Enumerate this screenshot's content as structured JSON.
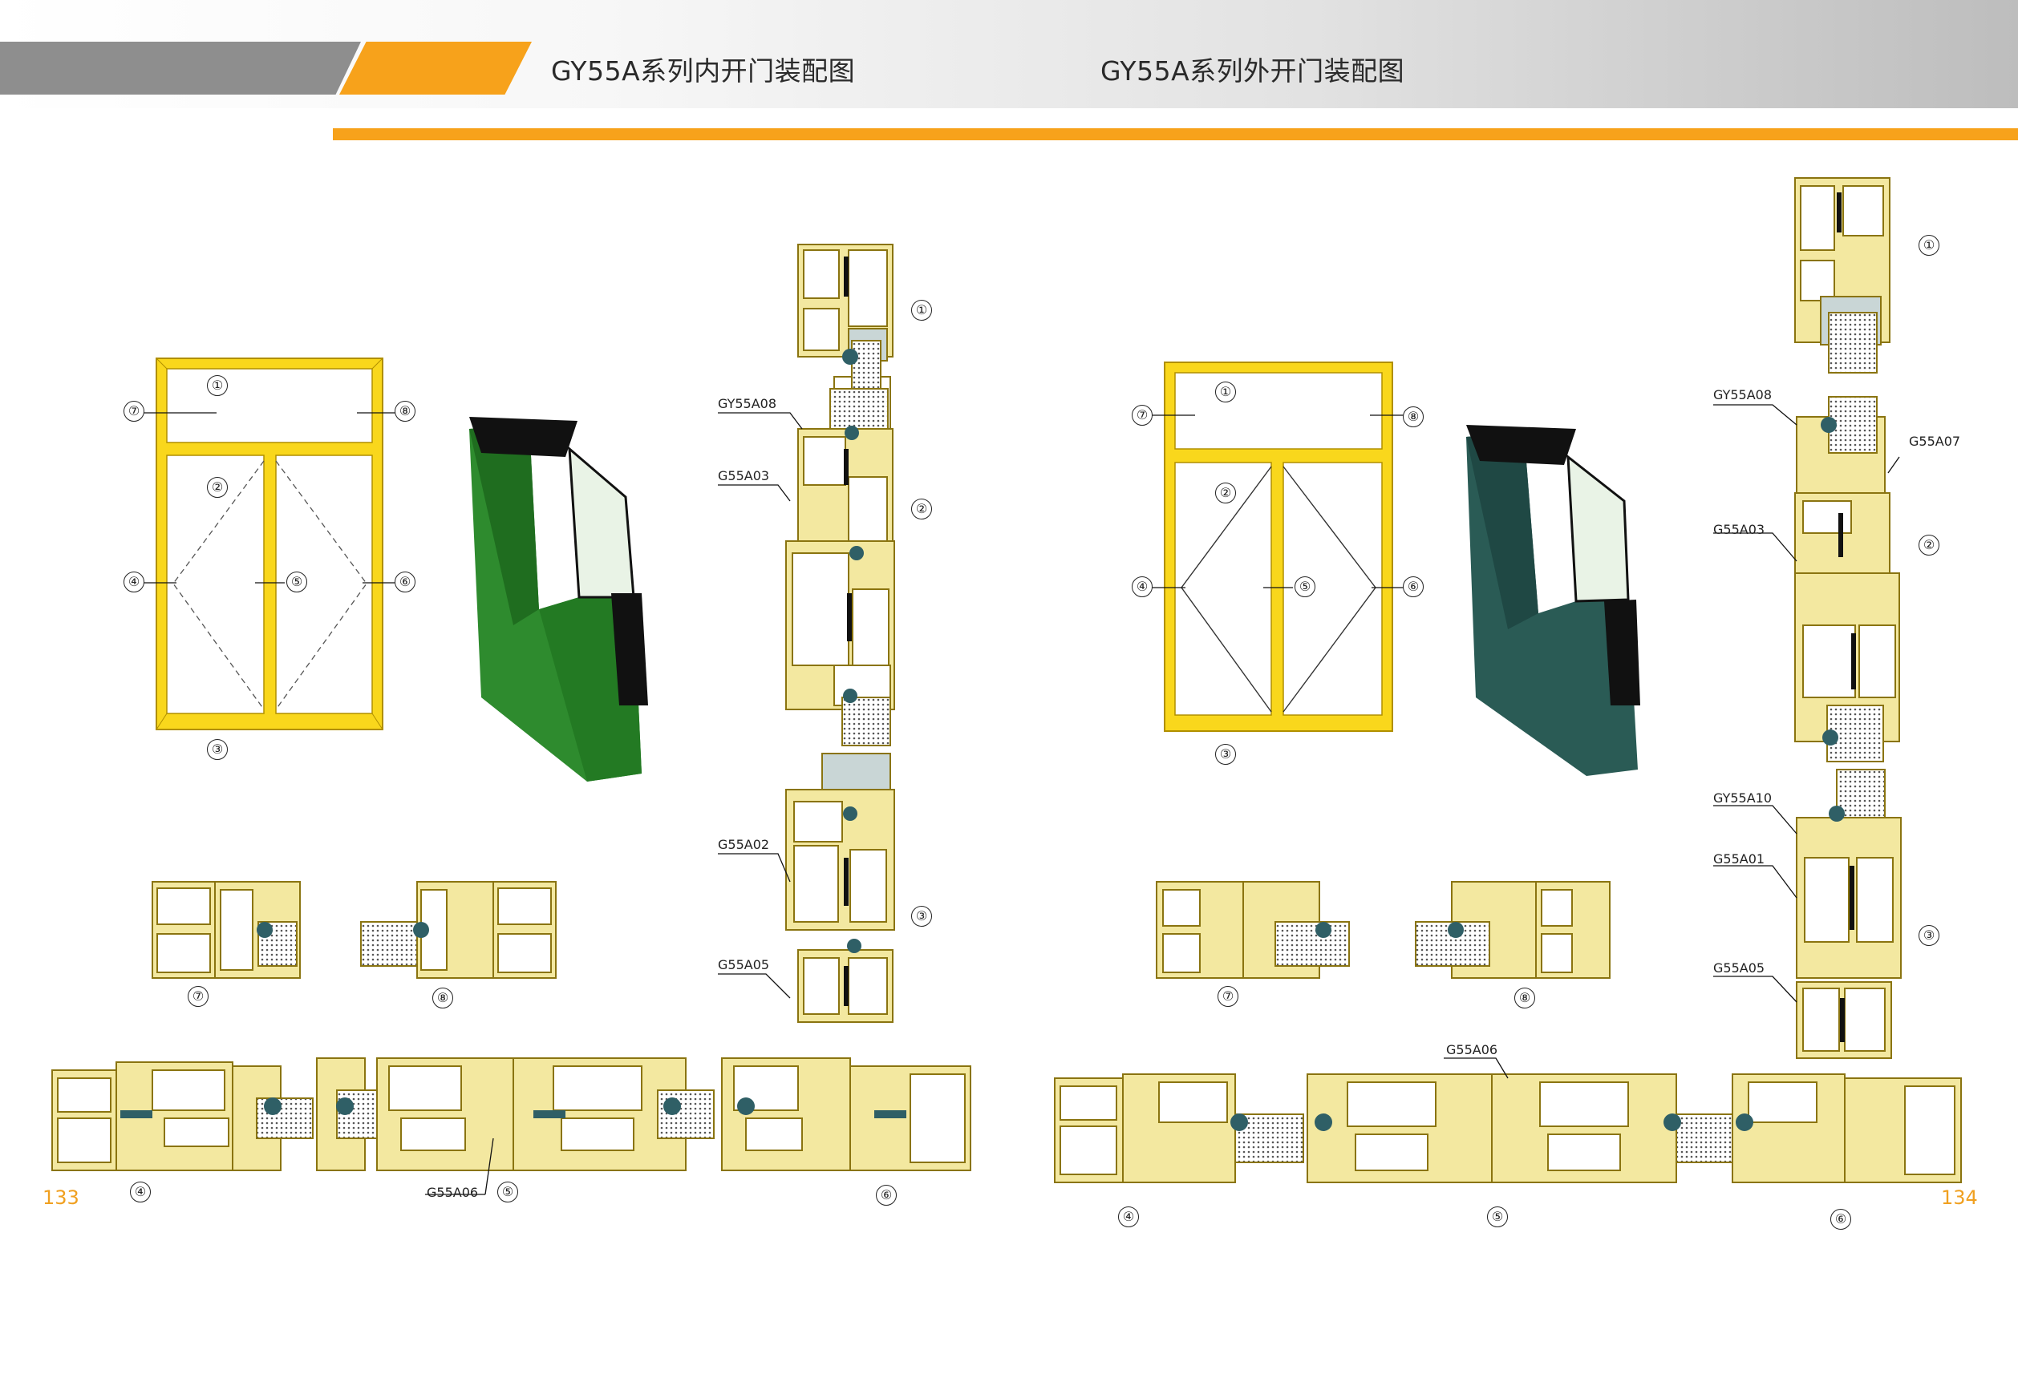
{
  "header": {
    "title_left": "GY55A系列内开门装配图",
    "title_right": "GY55A系列外开门装配图"
  },
  "pages": {
    "left_number": "133",
    "right_number": "134"
  },
  "colors": {
    "accent_orange": "#f7a21b",
    "header_gray": "#8e8e8e",
    "frame_yellow": "#f9d71c",
    "profile_fill": "#f3e8a0",
    "profile_outline": "#8a7410",
    "rubber_seal": "#2f5f66",
    "sample_green": "#2e8b2e",
    "sample_teal": "#2a5b55"
  },
  "left_sheet": {
    "elevation_callouts": [
      "①",
      "②",
      "③",
      "④",
      "⑤",
      "⑥",
      "⑦",
      "⑧"
    ],
    "vertical_section_callouts": [
      "①",
      "②",
      "③"
    ],
    "profile_labels": [
      "GY55A08",
      "G55A03",
      "G55A02",
      "G55A05",
      "G55A06"
    ],
    "detail_callouts": [
      "⑦",
      "⑧"
    ],
    "horizontal_section_callouts": [
      "④",
      "⑤",
      "⑥"
    ]
  },
  "right_sheet": {
    "elevation_callouts": [
      "①",
      "②",
      "③",
      "④",
      "⑤",
      "⑥",
      "⑦",
      "⑧"
    ],
    "vertical_section_callouts": [
      "①",
      "②",
      "③"
    ],
    "profile_labels": [
      "GY55A08",
      "G55A07",
      "G55A03",
      "GY55A10",
      "G55A01",
      "G55A05",
      "G55A06"
    ],
    "detail_callouts": [
      "⑦",
      "⑧"
    ],
    "horizontal_section_callouts": [
      "④",
      "⑤",
      "⑥"
    ]
  }
}
